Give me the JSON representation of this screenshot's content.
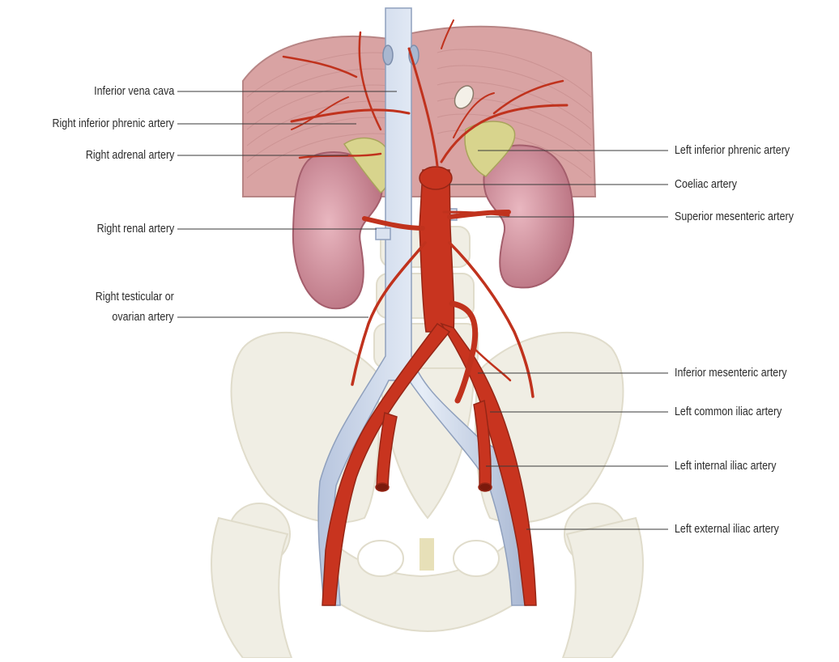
{
  "diagram": {
    "colors": {
      "artery": "#c8341f",
      "artery_dark": "#9a2414",
      "vein": "#c9d6ea",
      "vein_dark": "#8fa0bd",
      "diaphragm": "#d7a0a0",
      "kidney": "#c97f8f",
      "adrenal": "#d6d48a",
      "bone": "#efece0",
      "leader": "#3a3a3a"
    },
    "labels_left": {
      "ivc": "Inferior vena cava",
      "right_inferior_phrenic": "Right inferior phrenic artery",
      "right_adrenal": "Right adrenal artery",
      "right_renal": "Right renal artery",
      "right_testicular_line1": "Right testicular or",
      "right_testicular_line2": "ovarian artery"
    },
    "labels_right": {
      "left_inferior_phrenic": "Left inferior phrenic artery",
      "coeliac": "Coeliac artery",
      "superior_mesenteric": "Superior mesenteric artery",
      "inferior_mesenteric": "Inferior mesenteric artery",
      "left_common_iliac": "Left common iliac artery",
      "left_internal_iliac": "Left internal iliac artery",
      "left_external_iliac": "Left external iliac artery"
    }
  }
}
